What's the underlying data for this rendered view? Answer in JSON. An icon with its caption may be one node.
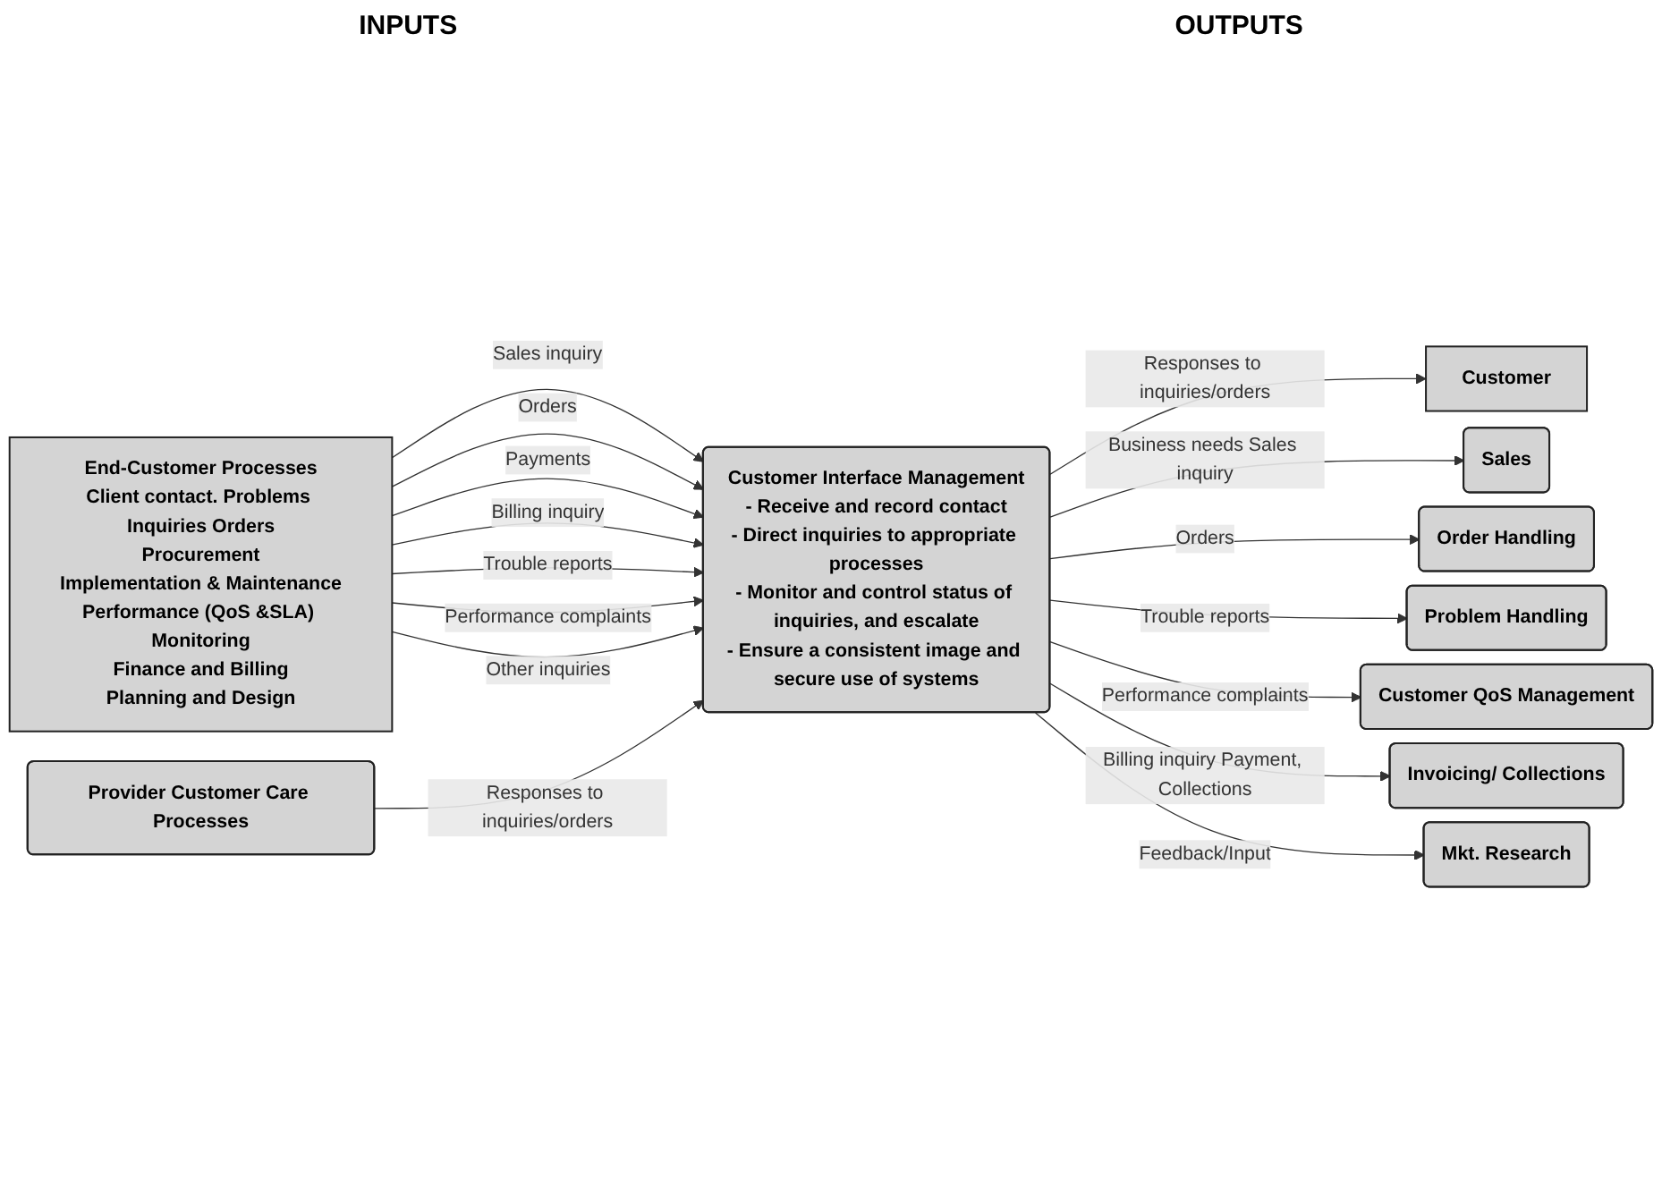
{
  "diagram": {
    "nodes": [
      {
        "text": [
          "End-Customer Processes",
          "Client contact. Problems Inquiries Orders",
          "Procurement",
          "Implementation & Maintenance",
          "Performance (QoS &SLA) Monitoring",
          "Finance and Billing",
          "Planning and Design"
        ]
      },
      {
        "text": [
          "Provider Customer Care Processes"
        ]
      },
      {
        "text": [
          "Customer Interface Management",
          "- Receive and record contact",
          "- Direct inquiries to appropriate processes",
          "- Monitor and control status of inquiries, and escalate",
          "- Ensure a consistent image and secure use of systems"
        ]
      },
      {
        "text": [
          "Customer"
        ]
      },
      {
        "text": [
          "Sales"
        ]
      },
      {
        "text": [
          "Order Handling"
        ]
      },
      {
        "text": [
          "Problem Handling"
        ]
      },
      {
        "text": [
          "Customer QoS Management"
        ]
      },
      {
        "text": [
          "Invoicing/ Collections"
        ]
      },
      {
        "text": [
          "Mkt. Research"
        ]
      }
    ],
    "edges": [
      {
        "from": 0,
        "to": 2,
        "arrow": "to",
        "label": "Sales inquiry"
      },
      {
        "from": 0,
        "to": 2,
        "arrow": "to",
        "label": "Orders"
      },
      {
        "from": 0,
        "to": 2,
        "arrow": "to",
        "label": "Payments"
      },
      {
        "from": 0,
        "to": 2,
        "arrow": "to",
        "label": "Billing inquiry"
      },
      {
        "from": 0,
        "to": 2,
        "arrow": "to",
        "label": "Trouble reports"
      },
      {
        "from": 0,
        "to": 2,
        "arrow": "to",
        "label": "Performance complaints"
      },
      {
        "from": 0,
        "to": 2,
        "arrow": "to",
        "label": "Other inquiries"
      },
      {
        "from": 1,
        "to": 2,
        "arrow": "to",
        "label": "Responses to inquiries/orders"
      },
      {
        "from": 2,
        "to": 3,
        "arrow": "to",
        "label": "Responses to inquiries/orders"
      },
      {
        "from": 2,
        "to": 4,
        "arrow": "to",
        "label": "Business needs Sales inquiry"
      },
      {
        "from": 2,
        "to": 5,
        "arrow": "to",
        "label": "Orders"
      },
      {
        "from": 2,
        "to": 6,
        "arrow": "to",
        "label": "Trouble reports"
      },
      {
        "from": 2,
        "to": 7,
        "arrow": "to",
        "label": "Performance complaints"
      },
      {
        "from": 2,
        "to": 8,
        "arrow": "to",
        "label": "Billing inquiry Payment, Collections"
      },
      {
        "from": 2,
        "to": 9,
        "arrow": "to",
        "label": "Feedback/Input"
      }
    ],
    "labels": [
      "INPUTS",
      "OUTPUTS"
    ]
  }
}
